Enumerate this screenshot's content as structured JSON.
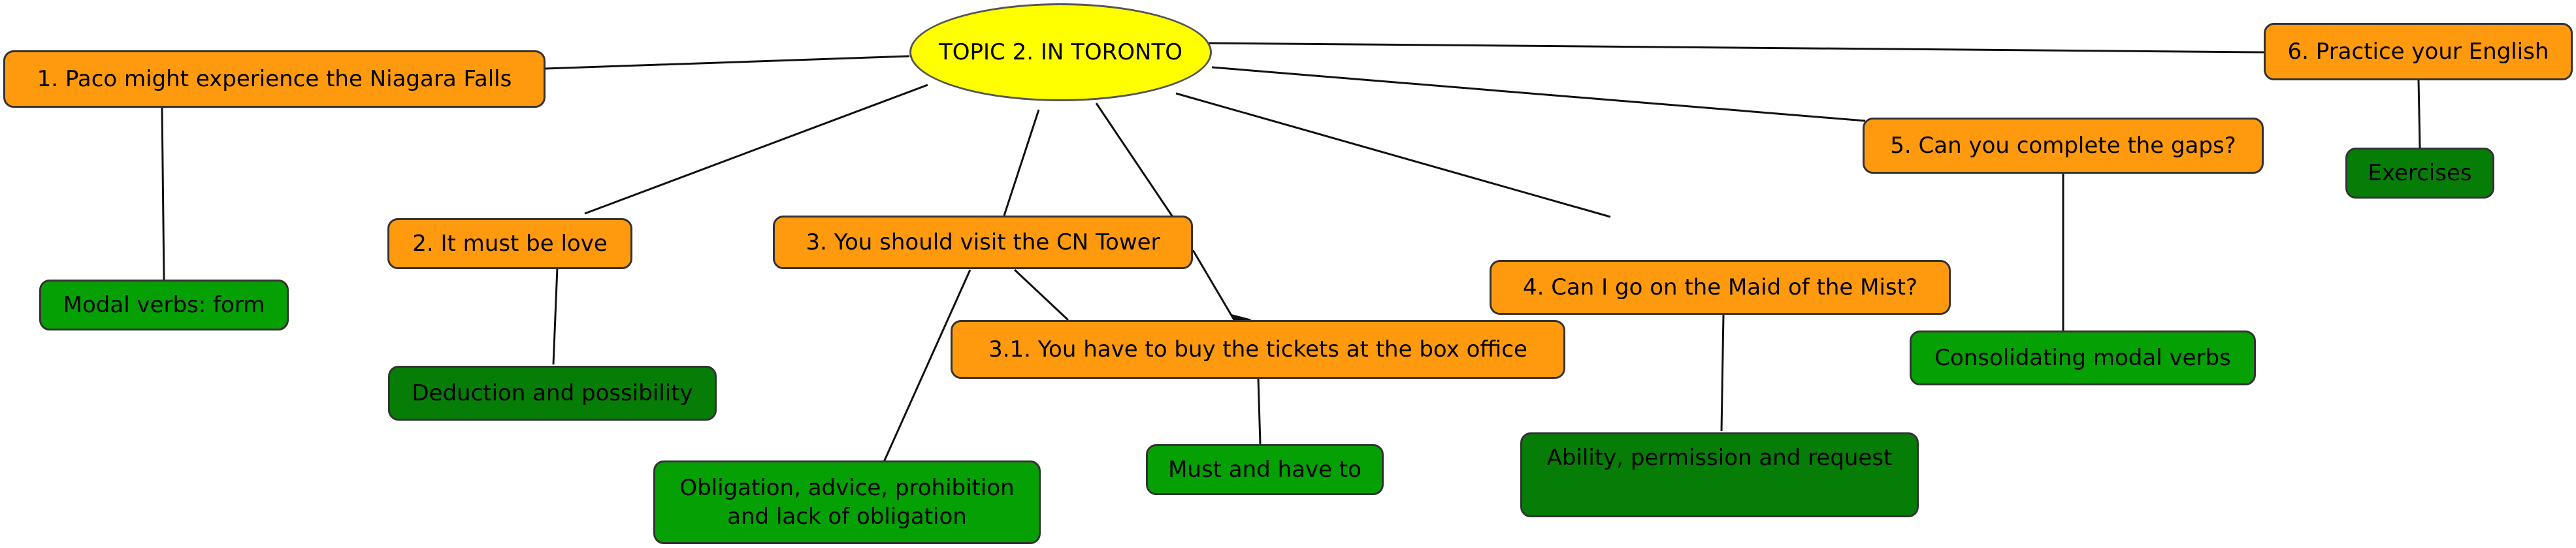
{
  "diagram": {
    "topic": "TOPIC 2. IN TORONTO",
    "sections": [
      {
        "id": "s1",
        "label": "1. Paco might experience the Niagara Falls",
        "sub": "Modal verbs: form"
      },
      {
        "id": "s2",
        "label": "2. It must be love",
        "sub": "Deduction and possibility"
      },
      {
        "id": "s3",
        "label": "3. You should visit the CN Tower",
        "sub": "Obligation, advice, prohibition and lack of obligation"
      },
      {
        "id": "s31",
        "label": "3.1. You have to buy the tickets at the box office",
        "sub": "Must and have to"
      },
      {
        "id": "s4",
        "label": "4. Can I go on the Maid of the Mist?",
        "sub": "Ability, permission and request"
      },
      {
        "id": "s5",
        "label": "5. Can you complete the gaps?",
        "sub": "Consolidating modal verbs"
      },
      {
        "id": "s6",
        "label": "6. Practice your English",
        "sub": "Exercises"
      }
    ],
    "colors": {
      "topic": "#ffff00",
      "section": "#ff9a0f",
      "subtopic": "#05a004",
      "subtopic_dark": "#067d06",
      "line": "#111111"
    }
  }
}
